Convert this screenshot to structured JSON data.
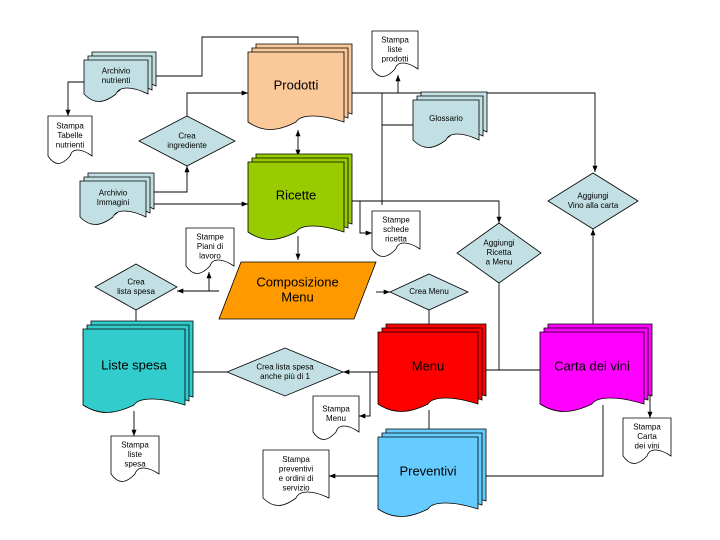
{
  "nodes": {
    "prodotti": {
      "label": [
        "Prodotti"
      ],
      "color": "#fbc899"
    },
    "ricette": {
      "label": [
        "Ricette"
      ],
      "color": "#99cc00"
    },
    "composizione": {
      "label": [
        "Composizione",
        "Menu"
      ],
      "color": "#ff9900"
    },
    "liste_spesa": {
      "label": [
        "Liste spesa"
      ],
      "color": "#33cccc"
    },
    "menu": {
      "label": [
        "Menu"
      ],
      "color": "#ff0000"
    },
    "carta_vini": {
      "label": [
        "Carta dei vini"
      ],
      "color": "#ff00ff"
    },
    "preventivi": {
      "label": [
        "Preventivi"
      ],
      "color": "#66ccff"
    },
    "archivio_nutrienti": {
      "label": [
        "Archivio",
        "nutrienti"
      ],
      "color": "#c2e0e3"
    },
    "archivio_immagini": {
      "label": [
        "Archivio",
        "Immagini"
      ],
      "color": "#c2e0e3"
    },
    "glossario": {
      "label": [
        "Glossario"
      ],
      "color": "#c2e0e3"
    },
    "crea_ingrediente": {
      "label": [
        "Crea",
        "ingrediente"
      ],
      "color": "#c2e0e3"
    },
    "crea_lista_spesa": {
      "label": [
        "Crea",
        "lista spesa"
      ],
      "color": "#c2e0e3"
    },
    "crea_menu": {
      "label": [
        "Crea Menu"
      ],
      "color": "#c2e0e3"
    },
    "crea_lista_spesa_multi": {
      "label": [
        "Crea lista spesa",
        "anche più di 1"
      ],
      "color": "#c2e0e3"
    },
    "aggiungi_ricetta": {
      "label": [
        "Aggiungi",
        "Ricetta",
        "a Menu"
      ],
      "color": "#c2e0e3"
    },
    "aggiungi_vino": {
      "label": [
        "Aggiungi",
        "Vino alla carta"
      ],
      "color": "#c2e0e3"
    },
    "stampa_tabelle": {
      "label": [
        "Stampa",
        "Tabelle",
        "nutrienti"
      ],
      "color": "#ffffff"
    },
    "stampa_liste_prodotti": {
      "label": [
        "Stampa",
        "liste",
        "prodotti"
      ],
      "color": "#ffffff"
    },
    "stampe_schede": {
      "label": [
        "Stampe",
        "schede",
        "ricetta"
      ],
      "color": "#ffffff"
    },
    "stampe_piani": {
      "label": [
        "Stampe",
        "Piani di",
        "lavoro"
      ],
      "color": "#ffffff"
    },
    "stampa_menu": {
      "label": [
        "Stampa",
        "Menu"
      ],
      "color": "#ffffff"
    },
    "stampa_liste_spesa": {
      "label": [
        "Stampa",
        "liste",
        "spesa"
      ],
      "color": "#ffffff"
    },
    "stampa_preventivi": {
      "label": [
        "Stampa",
        "preventivi",
        "e ordini di",
        "servizio"
      ],
      "color": "#ffffff"
    },
    "stampa_carta_vini": {
      "label": [
        "Stampa",
        "Carta",
        "dei vini"
      ],
      "color": "#ffffff"
    }
  }
}
